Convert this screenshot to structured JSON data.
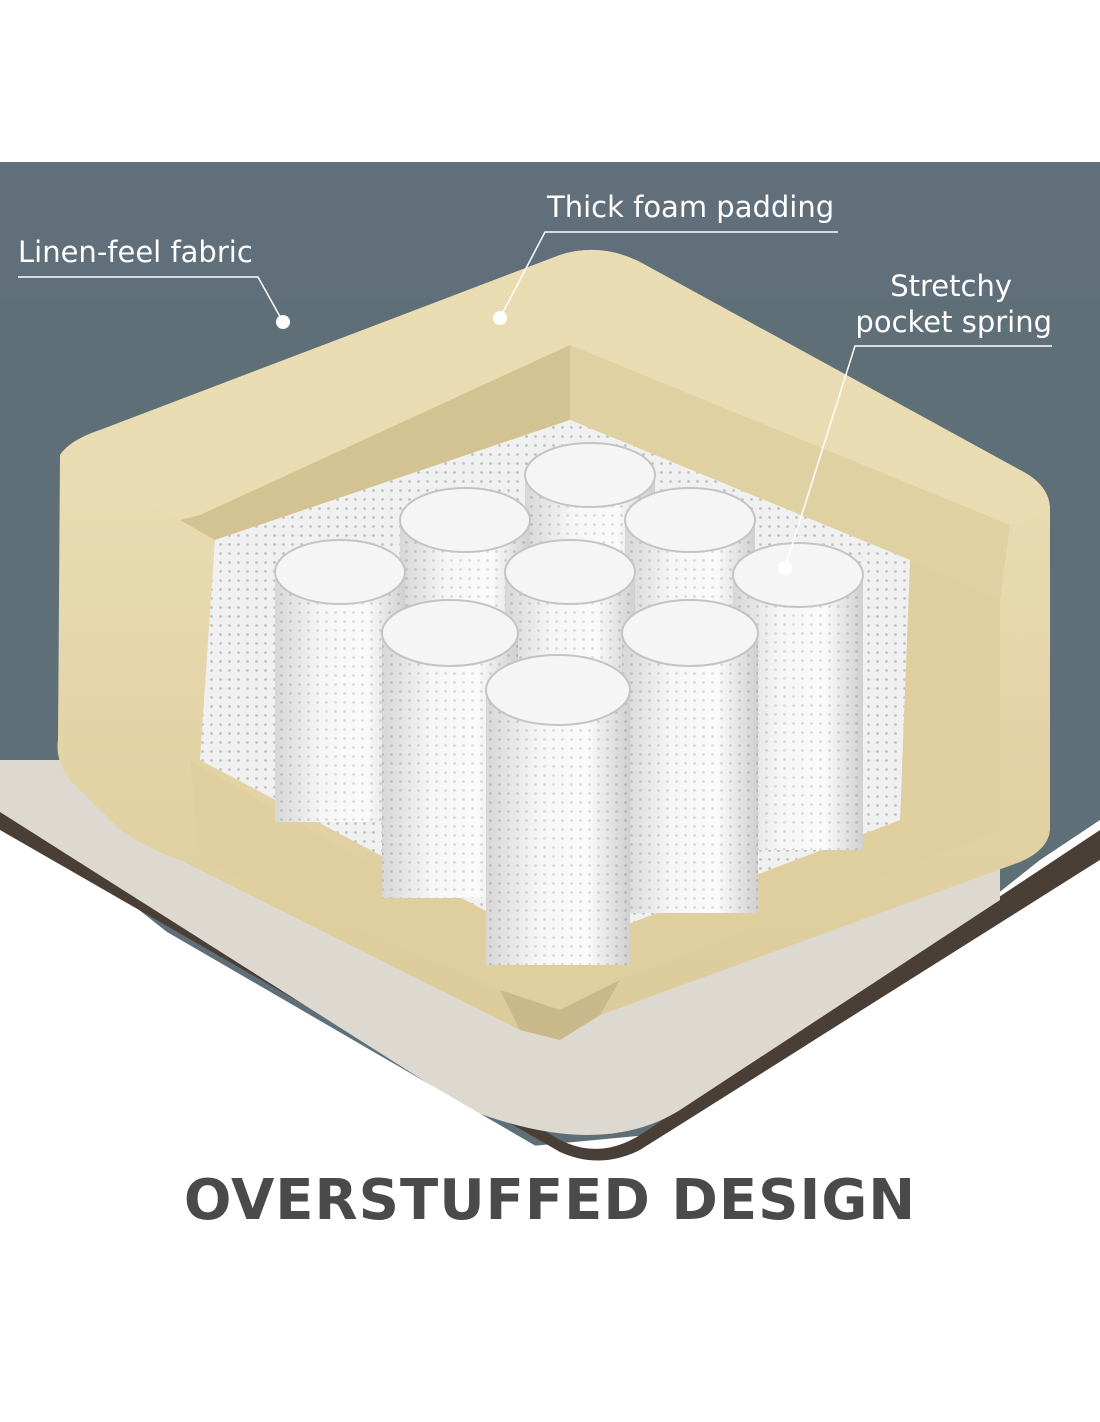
{
  "callouts": {
    "fabric": "Linen-feel fabric",
    "foam": "Thick foam padding",
    "spring_line1": "Stretchy",
    "spring_line2": "pocket spring"
  },
  "headline": "OVERSTUFFED DESIGN",
  "colors": {
    "fabric": "#5f6f78",
    "foam": "#e7dab0",
    "foam_shadow": "#c9b98a",
    "spring": "#eeeeee",
    "base": "#ddd8d0",
    "text_dark": "#4a4a4a"
  }
}
